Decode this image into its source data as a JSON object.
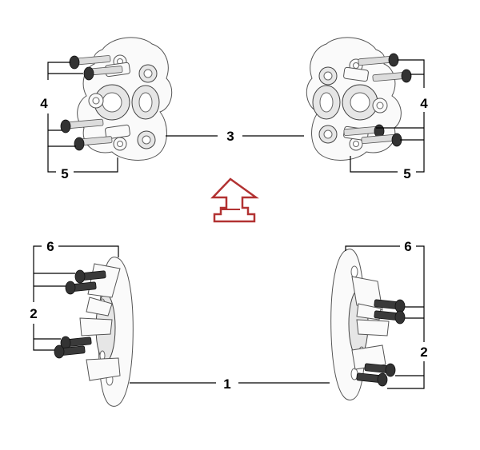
{
  "callouts": {
    "c1": "1",
    "c2_left": "2",
    "c2_right": "2",
    "c3": "3",
    "c4_left": "4",
    "c4_right": "4",
    "c5_left": "5",
    "c5_right": "5",
    "c6_left": "6",
    "c6_right": "6"
  },
  "colors": {
    "arrow": "#b23232",
    "lines": "#000000"
  },
  "icons": {
    "arrow": "up-arrow-icon"
  }
}
